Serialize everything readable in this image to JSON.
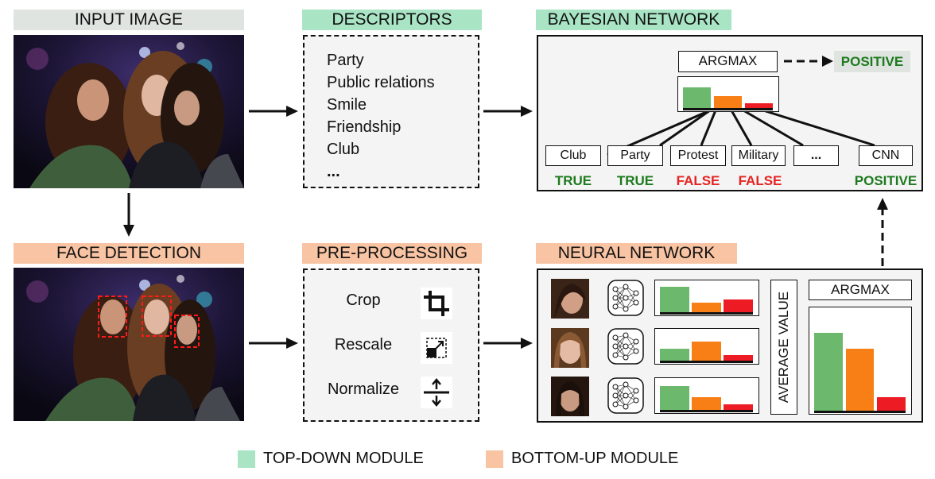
{
  "headers": {
    "input_image": "INPUT IMAGE",
    "descriptors": "DESCRIPTORS",
    "bayesian_network": "BAYESIAN NETWORK",
    "face_detection": "FACE DETECTION",
    "pre_processing": "PRE-PROCESSING",
    "neural_network": "NEURAL NETWORK"
  },
  "descriptors": [
    "Party",
    "Public relations",
    "Smile",
    "Friendship",
    "Club",
    "..."
  ],
  "bayesian": {
    "argmax_label": "ARGMAX",
    "result": "POSITIVE",
    "nodes": [
      {
        "label": "Club",
        "state": "TRUE"
      },
      {
        "label": "Party",
        "state": "TRUE"
      },
      {
        "label": "Protest",
        "state": "FALSE"
      },
      {
        "label": "Military",
        "state": "FALSE"
      },
      {
        "label": "...",
        "state": ""
      },
      {
        "label": "CNN",
        "state": "POSITIVE"
      }
    ],
    "posterior": [
      0.75,
      0.45,
      0.2
    ]
  },
  "preprocessing": [
    "Crop",
    "Rescale",
    "Normalize"
  ],
  "neural": {
    "average_label": "AVERAGE VALUE",
    "argmax_label": "ARGMAX",
    "face_scores": [
      [
        0.9,
        0.35,
        0.45
      ],
      [
        0.42,
        0.68,
        0.22
      ],
      [
        0.85,
        0.45,
        0.22
      ]
    ],
    "average_scores": [
      0.78,
      0.62,
      0.14
    ]
  },
  "legend": {
    "top_down": "TOP-DOWN MODULE",
    "bottom_up": "BOTTOM-UP MODULE"
  },
  "colors": {
    "green_bar": "#6cb86c",
    "orange_bar": "#f77f16",
    "red_bar": "#ed1b24",
    "true_text": "#1e7a1e",
    "false_text": "#e52424",
    "top_down": "#a9e4c5",
    "bottom_up": "#f8c4a3"
  }
}
